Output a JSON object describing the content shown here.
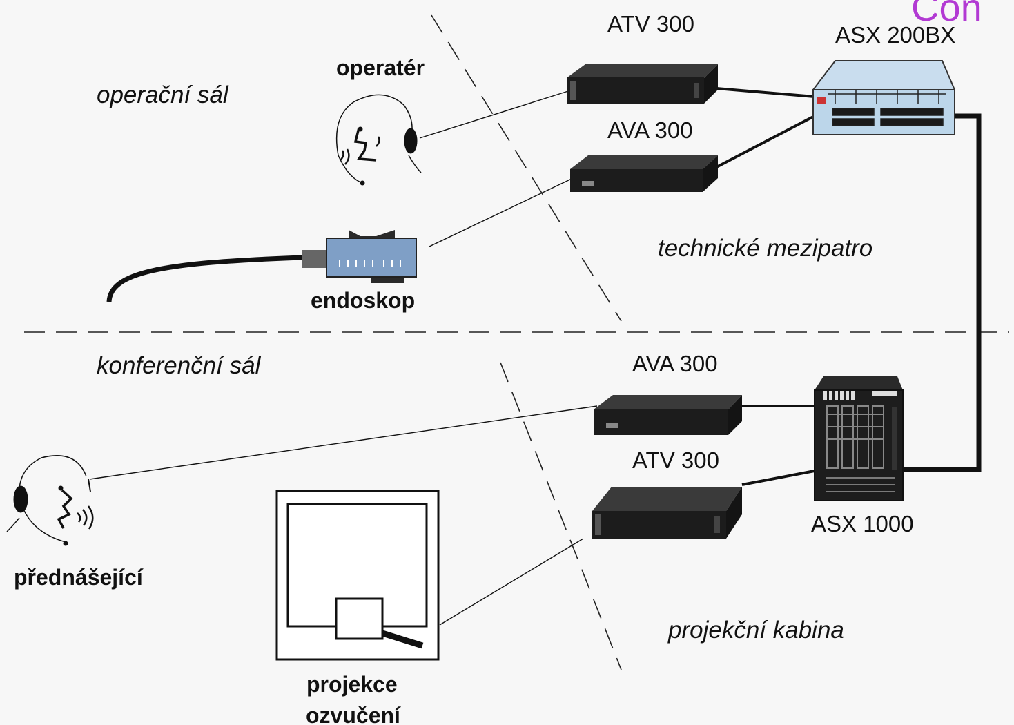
{
  "corner_title": "Con",
  "zones": {
    "operating_room": "operační sál",
    "technical_floor": "technické mezipatro",
    "conference_room": "konferenční sál",
    "projection_booth": "projekční kabina"
  },
  "devices": {
    "atv_top": "ATV 300",
    "ava_top": "AVA 300",
    "asx_200": "ASX 200BX",
    "ava_bottom": "AVA 300",
    "atv_bottom": "ATV 300",
    "asx_1000": "ASX 1000"
  },
  "people": {
    "operator": "operatér",
    "endoscope": "endoskop",
    "lecturer": "přednášející",
    "projection_line1": "projekce",
    "projection_line2": "ozvučení"
  },
  "colors": {
    "background": "#f7f7f7",
    "device_dark": "#1c1c1c",
    "switch_blue": "#bcd6ea",
    "endoscope_blue": "#7f9fc6",
    "corner_title": "#b23ad3"
  }
}
